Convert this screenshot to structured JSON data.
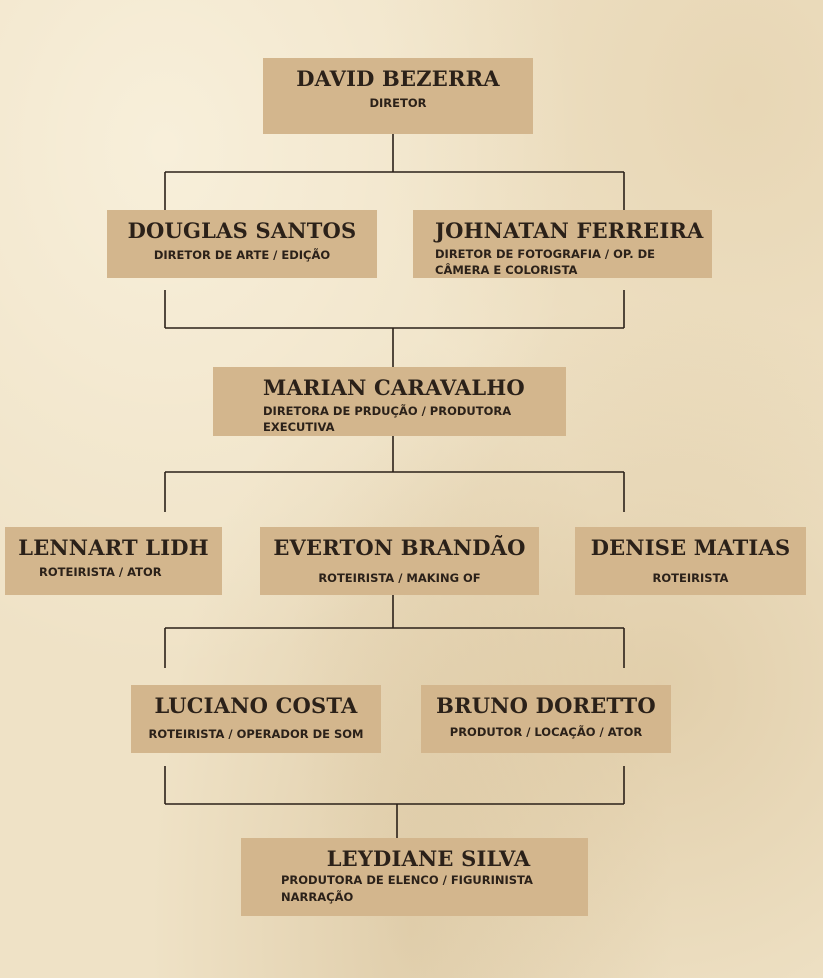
{
  "colors": {
    "box": "#d3b68d",
    "line": "#2b2119",
    "background": "#efe2c6"
  },
  "nodes": [
    {
      "id": "david-bezerra",
      "name": "DAVID BEZERRA",
      "role": "DIRETOR"
    },
    {
      "id": "douglas-santos",
      "name": "DOUGLAS SANTOS",
      "role": "DIRETOR DE ARTE / EDIÇÃO"
    },
    {
      "id": "johnatan-ferreira",
      "name": "JOHNATAN FERREIRA",
      "role": "DIRETOR DE FOTOGRAFIA / OP. DE CÂMERA E COLORISTA"
    },
    {
      "id": "marian-caravalho",
      "name": "MARIAN CARAVALHO",
      "role": "DIRETORA DE PRDUÇÃO / PRODUTORA EXECUTIVA"
    },
    {
      "id": "lennart-lidh",
      "name": "LENNART LIDH",
      "role": "ROTEIRISTA / ATOR"
    },
    {
      "id": "everton-brandao",
      "name": "EVERTON BRANDÃO",
      "role": "ROTEIRISTA / MAKING OF"
    },
    {
      "id": "denise-matias",
      "name": "DENISE MATIAS",
      "role": "ROTEIRISTA"
    },
    {
      "id": "luciano-costa",
      "name": "LUCIANO COSTA",
      "role": "ROTEIRISTA / OPERADOR DE SOM"
    },
    {
      "id": "bruno-doretto",
      "name": "BRUNO DORETTO",
      "role": "PRODUTOR / LOCAÇÃO / ATOR"
    },
    {
      "id": "leydiane-silva",
      "name": "LEYDIANE SILVA",
      "role": "PRODUTORA DE ELENCO / FIGURINISTA NARRAÇÃO"
    }
  ]
}
